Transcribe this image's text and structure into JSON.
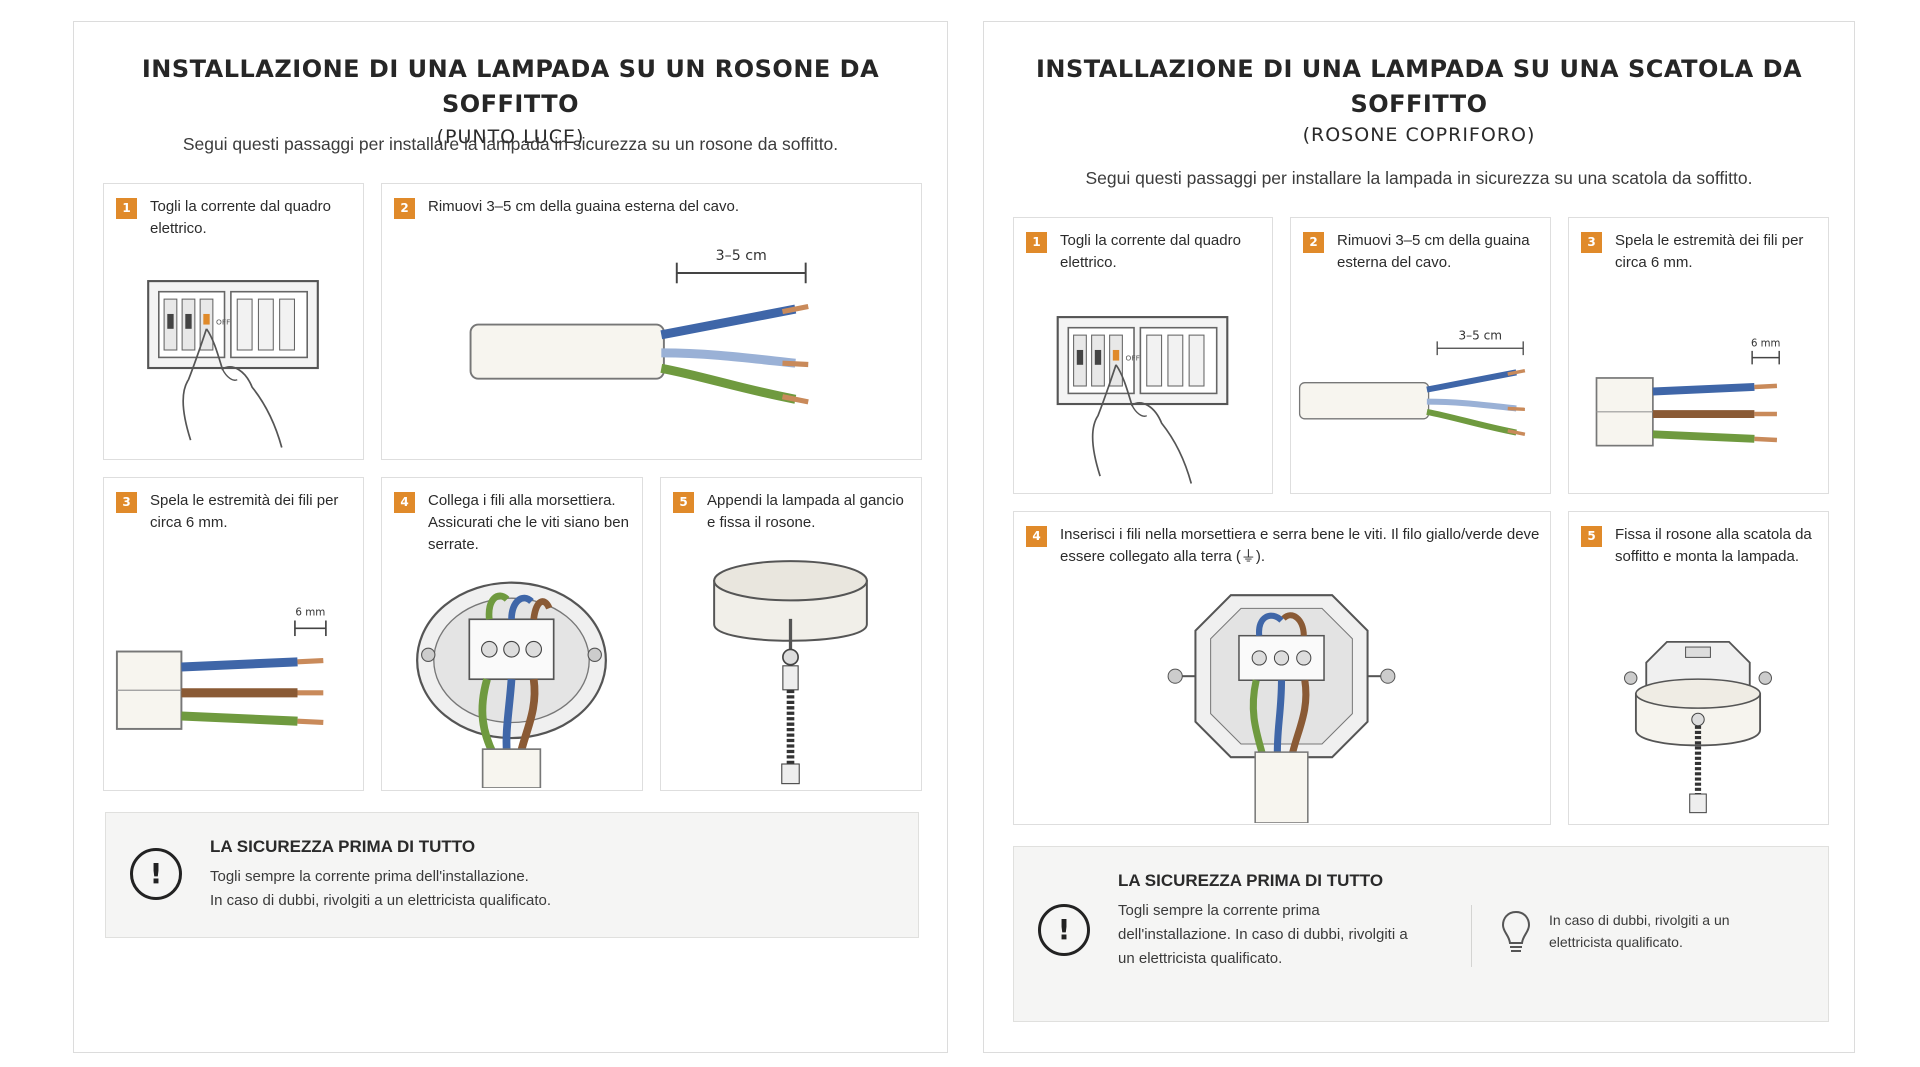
{
  "left": {
    "title": "INSTALLAZIONE DI UNA LAMPADA SU UN ROSONE DA SOFFITTO",
    "subtitle": "(PUNTO LUCE)",
    "intro": "Segui questi passaggi per installare la lampada in sicurezza su un rosone da soffitto.",
    "steps": [
      {
        "num": "1",
        "text": "Togli la corrente dal quadro elettrico.",
        "icon": "breaker-panel-icon"
      },
      {
        "num": "2",
        "text": "Rimuovi 3–5 cm della guaina esterna del cavo.",
        "icon": "cable-strip-icon",
        "measure": "3–5 cm"
      },
      {
        "num": "3",
        "text": "Spela le estremità dei fili per circa 6 mm.",
        "icon": "wire-ends-icon",
        "measure": "6 mm"
      },
      {
        "num": "4",
        "text": "Collega i fili alla morsettiera. Assicurati che le viti siano ben serrate.",
        "icon": "terminal-block-icon"
      },
      {
        "num": "5",
        "text": "Appendi la lampada al gancio e fissa il rosone.",
        "icon": "ceiling-rose-icon"
      }
    ],
    "safety": {
      "title": "LA SICUREZZA PRIMA DI TUTTO",
      "line1": "Togli sempre la corrente prima dell'installazione.",
      "line2": "In caso di dubbi, rivolgiti a un elettricista qualificato."
    }
  },
  "right": {
    "title_line1": "INSTALLAZIONE DI UNA LAMPADA SU UNA SCATOLA DA",
    "title_line2": "SOFFITTO",
    "subtitle": "(ROSONE COPRIFORO)",
    "intro": "Segui questi passaggi per installare la lampada in sicurezza su una scatola da soffitto.",
    "steps": [
      {
        "num": "1",
        "text": "Togli la corrente dal quadro elettrico.",
        "icon": "breaker-panel-icon"
      },
      {
        "num": "2",
        "text": "Rimuovi 3–5 cm della guaina esterna del cavo.",
        "icon": "cable-strip-icon",
        "measure": "3–5 cm"
      },
      {
        "num": "3",
        "text": "Spela le estremità dei fili per circa 6 mm.",
        "icon": "wire-ends-icon",
        "measure": "6 mm"
      },
      {
        "num": "4",
        "text": "Inserisci i fili nella morsettiera e serra bene le viti. Il filo giallo/verde deve essere collegato alla terra (⏚).",
        "icon": "junction-box-icon"
      },
      {
        "num": "5",
        "text": "Fissa il rosone alla scatola da soffitto e monta la lampada.",
        "icon": "box-cover-icon"
      }
    ],
    "safety": {
      "title": "LA SICUREZZA PRIMA DI TUTTO",
      "text": "Togli sempre la corrente prima dell'installazione. In caso di dubbi, rivolgiti a un elettricista qualificato.",
      "tip": "In caso di dubbi, rivolgiti a un elettricista qualificato."
    }
  },
  "colors": {
    "accent": "#e08a2a",
    "border": "#dcdcdc",
    "safety_bg": "#f5f5f4",
    "wire_blue": "#3f66a8",
    "wire_brown": "#8a5a35",
    "wire_earth": "#6f9a3f"
  }
}
